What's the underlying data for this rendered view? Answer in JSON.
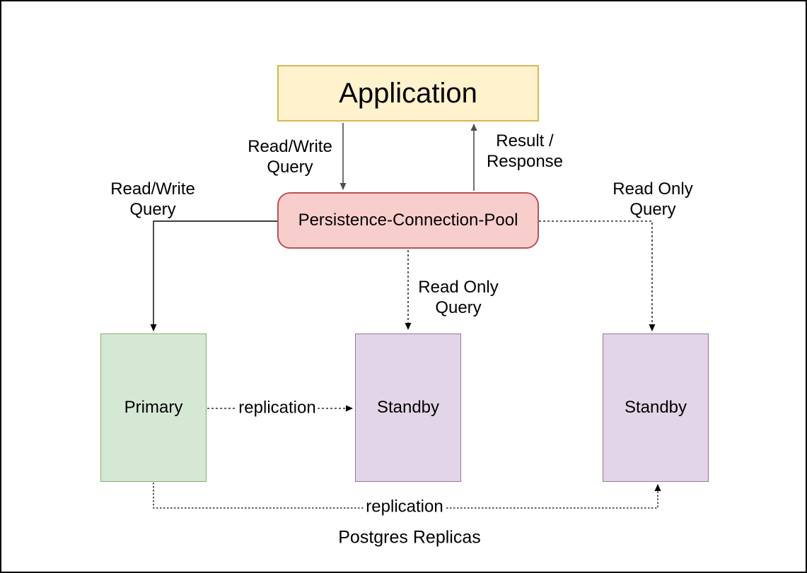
{
  "diagram": {
    "caption": "Postgres Replicas",
    "nodes": {
      "application": {
        "label": "Application",
        "fill": "#FFF2CC",
        "stroke": "#D6B656"
      },
      "pool": {
        "label": "Persistence-Connection-Pool",
        "fill": "#F8CECC",
        "stroke": "#B85450"
      },
      "primary": {
        "label": "Primary",
        "fill": "#D5E8D4",
        "stroke": "#82B366"
      },
      "standby_left": {
        "label": "Standby",
        "fill": "#E1D5E7",
        "stroke": "#9673A6"
      },
      "standby_right": {
        "label": "Standby",
        "fill": "#E1D5E7",
        "stroke": "#9673A6"
      }
    },
    "edge_labels": {
      "read_write_top": {
        "line1": "Read/Write",
        "line2": "Query"
      },
      "result_response": {
        "line1": "Result /",
        "line2": "Response"
      },
      "read_write_left": {
        "line1": "Read/Write",
        "line2": "Query"
      },
      "read_only_center": {
        "line1": "Read Only",
        "line2": "Query"
      },
      "read_only_right": {
        "line1": "Read Only",
        "line2": "Query"
      },
      "replication_center": "replication",
      "replication_bottom": "replication"
    },
    "edges": [
      {
        "name": "app-to-pool",
        "style": "solid",
        "color": "#4d4d4d"
      },
      {
        "name": "pool-to-app",
        "style": "solid",
        "color": "#4d4d4d"
      },
      {
        "name": "pool-to-primary",
        "style": "solid",
        "color": "#000000"
      },
      {
        "name": "pool-to-standby-left",
        "style": "dashed",
        "color": "#000000"
      },
      {
        "name": "pool-to-standby-right",
        "style": "dashed",
        "color": "#000000"
      },
      {
        "name": "primary-to-standby-left-replication",
        "style": "dashed",
        "color": "#000000"
      },
      {
        "name": "primary-to-standby-right-replication",
        "style": "dashed",
        "color": "#000000"
      }
    ],
    "colors": {
      "background": "#ffffff",
      "canvas_border": "#000000",
      "solid_arrow_gray": "#4d4d4d",
      "dashed_arrow": "#000000"
    }
  }
}
